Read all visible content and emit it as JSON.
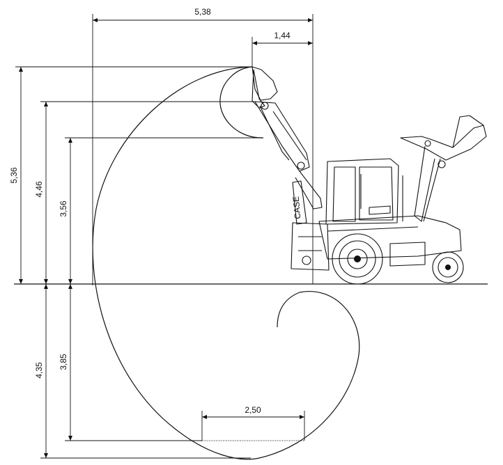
{
  "dimensions": {
    "reach_total": "5,38",
    "offset_top": "1,44",
    "height_1": "5,36",
    "height_2": "4,46",
    "height_3": "3,56",
    "depth_1": "4,35",
    "depth_2": "3,85",
    "floor_width": "2,50"
  },
  "machine": {
    "boom_text": "CASE"
  },
  "colors": {
    "ink": "#111111",
    "background": "#ffffff"
  }
}
